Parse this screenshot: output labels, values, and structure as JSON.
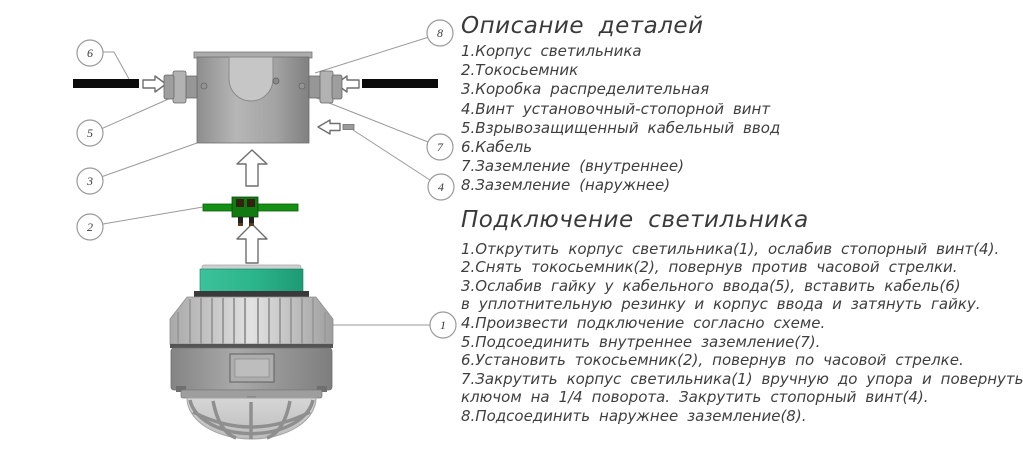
{
  "colors": {
    "ring_teal": "#2bb389",
    "connector_green": "#149114",
    "cable_black": "#0c0c0c",
    "metal_gray": "#a5a5a5",
    "text_gray": "#3f3f3f",
    "line_gray": "#9a9a9a"
  },
  "diagram": {
    "balloons": [
      "1",
      "2",
      "3",
      "4",
      "5",
      "6",
      "7",
      "8"
    ]
  },
  "parts": {
    "title": "Описание деталей",
    "items": [
      "1.Корпус светильника",
      "2.Токосьемник",
      "3.Коробка распределительная",
      "4.Винт установочный-стопорной винт",
      "5.Взрывозащищенный кабельный ввод",
      "6.Кабель",
      "7.Заземление (внутреннее)",
      "8.Заземление (наружнее)"
    ]
  },
  "connection": {
    "title": "Подключение светильника",
    "lines": [
      "1.Открутить корпус светильника(1), ослабив стопорный винт(4).",
      "2.Снять токосьемник(2), повернув против часовой стрелки.",
      "3.Ослабив гайку у кабельного ввода(5), вставить кабель(6)",
      "в уплотнительную резинку и корпус ввода и затянуть гайку.",
      "4.Произвести подключение согласно схеме.",
      "5.Подсоединить внутреннее заземление(7).",
      "6.Установить токосьемник(2), повернув по часовой стрелке.",
      "7.Закрутить корпус светильника(1) вручную до упора и повернуть",
      "ключом на 1/4 поворота. Закрутить стопорный винт(4).",
      "8.Подсоединить наружнее заземление(8)."
    ]
  }
}
